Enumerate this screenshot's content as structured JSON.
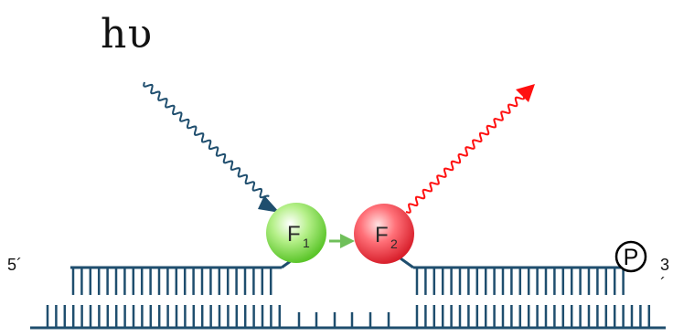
{
  "photon_label": "hυ",
  "end_5prime": "5´",
  "end_3prime": "3´",
  "donor": {
    "letter": "F",
    "sub": "1",
    "color": "#7fe04a"
  },
  "acceptor": {
    "letter": "F",
    "sub": "2",
    "color": "#f0505a"
  },
  "phosphate": "P",
  "colors": {
    "strand": "#1f4e6e",
    "excitation": "#1f4e6e",
    "emission": "#ff1010",
    "transfer": "#6fbf5a"
  }
}
